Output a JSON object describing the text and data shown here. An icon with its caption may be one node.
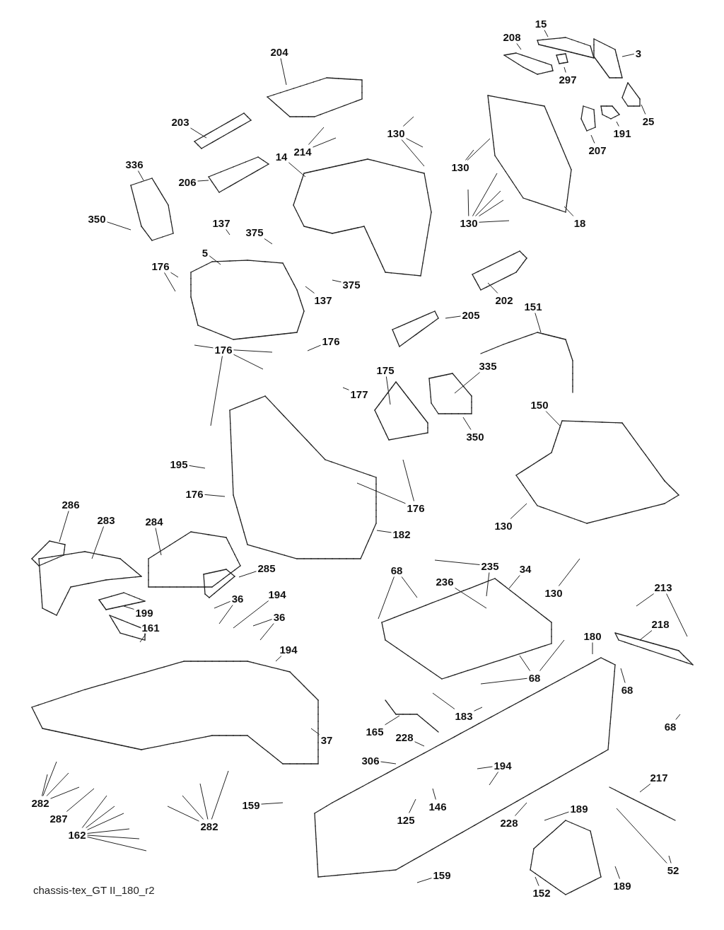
{
  "diagram": {
    "caption": "chassis-tex_GT II_180_r2",
    "nodes": [
      {
        "text": [
          "15"
        ]
      },
      {
        "text": [
          "208"
        ]
      },
      {
        "text": [
          "3"
        ]
      },
      {
        "text": [
          "297"
        ]
      },
      {
        "text": [
          "204"
        ]
      },
      {
        "text": [
          "203"
        ]
      },
      {
        "text": [
          "214"
        ]
      },
      {
        "text": [
          "130"
        ]
      },
      {
        "text": [
          "130"
        ]
      },
      {
        "text": [
          "25"
        ]
      },
      {
        "text": [
          "191"
        ]
      },
      {
        "text": [
          "207"
        ]
      },
      {
        "text": [
          "336"
        ]
      },
      {
        "text": [
          "206"
        ]
      },
      {
        "text": [
          "14"
        ]
      },
      {
        "text": [
          "130"
        ]
      },
      {
        "text": [
          "18"
        ]
      },
      {
        "text": [
          "350"
        ]
      },
      {
        "text": [
          "137"
        ]
      },
      {
        "text": [
          "375"
        ]
      },
      {
        "text": [
          "5"
        ]
      },
      {
        "text": [
          "176"
        ]
      },
      {
        "text": [
          "137"
        ]
      },
      {
        "text": [
          "375"
        ]
      },
      {
        "text": [
          "202"
        ]
      },
      {
        "text": [
          "205"
        ]
      },
      {
        "text": [
          "151"
        ]
      },
      {
        "text": [
          "176"
        ]
      },
      {
        "text": [
          "176"
        ]
      },
      {
        "text": [
          "177"
        ]
      },
      {
        "text": [
          "175"
        ]
      },
      {
        "text": [
          "335"
        ]
      },
      {
        "text": [
          "350"
        ]
      },
      {
        "text": [
          "150"
        ]
      },
      {
        "text": [
          "195"
        ]
      },
      {
        "text": [
          "176"
        ]
      },
      {
        "text": [
          "176"
        ]
      },
      {
        "text": [
          "182"
        ]
      },
      {
        "text": [
          "130"
        ]
      },
      {
        "text": [
          "286"
        ]
      },
      {
        "text": [
          "283"
        ]
      },
      {
        "text": [
          "284"
        ]
      },
      {
        "text": [
          "130"
        ]
      },
      {
        "text": [
          "285"
        ]
      },
      {
        "text": [
          "68"
        ]
      },
      {
        "text": [
          "235"
        ]
      },
      {
        "text": [
          "34"
        ]
      },
      {
        "text": [
          "236"
        ]
      },
      {
        "text": [
          "213"
        ]
      },
      {
        "text": [
          "36"
        ]
      },
      {
        "text": [
          "194"
        ]
      },
      {
        "text": [
          "36"
        ]
      },
      {
        "text": [
          "199"
        ]
      },
      {
        "text": [
          "218"
        ]
      },
      {
        "text": [
          "180"
        ]
      },
      {
        "text": [
          "161"
        ]
      },
      {
        "text": [
          "194"
        ]
      },
      {
        "text": [
          "68"
        ]
      },
      {
        "text": [
          "68"
        ]
      },
      {
        "text": [
          "183"
        ]
      },
      {
        "text": [
          "37"
        ]
      },
      {
        "text": [
          "165"
        ]
      },
      {
        "text": [
          "68"
        ]
      },
      {
        "text": [
          "228"
        ]
      },
      {
        "text": [
          "306"
        ]
      },
      {
        "text": [
          "194"
        ]
      },
      {
        "text": [
          "146"
        ]
      },
      {
        "text": [
          "217"
        ]
      },
      {
        "text": [
          "282"
        ]
      },
      {
        "text": [
          "287"
        ]
      },
      {
        "text": [
          "159"
        ]
      },
      {
        "text": [
          "125"
        ]
      },
      {
        "text": [
          "228"
        ]
      },
      {
        "text": [
          "189"
        ]
      },
      {
        "text": [
          "162"
        ]
      },
      {
        "text": [
          "282"
        ]
      },
      {
        "text": [
          "52"
        ]
      },
      {
        "text": [
          "159"
        ]
      },
      {
        "text": [
          "189"
        ]
      },
      {
        "text": [
          "152"
        ]
      }
    ],
    "edges": [
      {
        "from": 0,
        "to": null,
        "arrow": "none"
      },
      {
        "from": 1,
        "to": null,
        "arrow": "none"
      },
      {
        "from": 2,
        "to": null,
        "arrow": "none"
      },
      {
        "from": 3,
        "to": null,
        "arrow": "none"
      },
      {
        "from": 4,
        "to": null,
        "arrow": "none"
      },
      {
        "from": 5,
        "to": null,
        "arrow": "none"
      },
      {
        "from": 6,
        "to": null,
        "arrow": "none"
      },
      {
        "from": 6,
        "to": null,
        "arrow": "none"
      },
      {
        "from": 7,
        "to": null,
        "arrow": "none"
      },
      {
        "from": 7,
        "to": null,
        "arrow": "none"
      },
      {
        "from": 7,
        "to": null,
        "arrow": "none"
      },
      {
        "from": 8,
        "to": null,
        "arrow": "none"
      },
      {
        "from": 8,
        "to": null,
        "arrow": "none"
      },
      {
        "from": 9,
        "to": null,
        "arrow": "none"
      },
      {
        "from": 10,
        "to": null,
        "arrow": "none"
      },
      {
        "from": 11,
        "to": null,
        "arrow": "none"
      },
      {
        "from": 12,
        "to": null,
        "arrow": "none"
      },
      {
        "from": 13,
        "to": null,
        "arrow": "none"
      },
      {
        "from": 14,
        "to": null,
        "arrow": "none"
      },
      {
        "from": 15,
        "to": null,
        "arrow": "none"
      },
      {
        "from": 15,
        "to": null,
        "arrow": "none"
      },
      {
        "from": 15,
        "to": null,
        "arrow": "none"
      },
      {
        "from": 15,
        "to": null,
        "arrow": "none"
      },
      {
        "from": 15,
        "to": null,
        "arrow": "none"
      },
      {
        "from": 16,
        "to": null,
        "arrow": "none"
      },
      {
        "from": 17,
        "to": null,
        "arrow": "none"
      },
      {
        "from": 18,
        "to": null,
        "arrow": "none"
      },
      {
        "from": 19,
        "to": null,
        "arrow": "none"
      },
      {
        "from": 20,
        "to": null,
        "arrow": "none"
      },
      {
        "from": 21,
        "to": null,
        "arrow": "none"
      },
      {
        "from": 21,
        "to": null,
        "arrow": "none"
      },
      {
        "from": 22,
        "to": null,
        "arrow": "none"
      },
      {
        "from": 23,
        "to": null,
        "arrow": "none"
      },
      {
        "from": 24,
        "to": null,
        "arrow": "none"
      },
      {
        "from": 25,
        "to": null,
        "arrow": "none"
      },
      {
        "from": 26,
        "to": null,
        "arrow": "none"
      },
      {
        "from": 27,
        "to": null,
        "arrow": "none"
      },
      {
        "from": 27,
        "to": null,
        "arrow": "none"
      },
      {
        "from": 27,
        "to": null,
        "arrow": "none"
      },
      {
        "from": 27,
        "to": null,
        "arrow": "none"
      },
      {
        "from": 28,
        "to": null,
        "arrow": "none"
      },
      {
        "from": 29,
        "to": null,
        "arrow": "none"
      },
      {
        "from": 30,
        "to": null,
        "arrow": "none"
      },
      {
        "from": 31,
        "to": null,
        "arrow": "none"
      },
      {
        "from": 32,
        "to": null,
        "arrow": "none"
      },
      {
        "from": 33,
        "to": null,
        "arrow": "none"
      },
      {
        "from": 34,
        "to": null,
        "arrow": "none"
      },
      {
        "from": 35,
        "to": null,
        "arrow": "none"
      },
      {
        "from": 36,
        "to": null,
        "arrow": "none"
      },
      {
        "from": 36,
        "to": null,
        "arrow": "none"
      },
      {
        "from": 37,
        "to": null,
        "arrow": "none"
      },
      {
        "from": 38,
        "to": null,
        "arrow": "none"
      },
      {
        "from": 39,
        "to": null,
        "arrow": "none"
      },
      {
        "from": 40,
        "to": null,
        "arrow": "none"
      },
      {
        "from": 41,
        "to": null,
        "arrow": "none"
      },
      {
        "from": 42,
        "to": null,
        "arrow": "none"
      },
      {
        "from": 43,
        "to": null,
        "arrow": "none"
      },
      {
        "from": 44,
        "to": null,
        "arrow": "none"
      },
      {
        "from": 44,
        "to": null,
        "arrow": "none"
      },
      {
        "from": 45,
        "to": null,
        "arrow": "none"
      },
      {
        "from": 45,
        "to": null,
        "arrow": "none"
      },
      {
        "from": 46,
        "to": null,
        "arrow": "none"
      },
      {
        "from": 47,
        "to": null,
        "arrow": "none"
      },
      {
        "from": 48,
        "to": null,
        "arrow": "none"
      },
      {
        "from": 48,
        "to": null,
        "arrow": "none"
      },
      {
        "from": 49,
        "to": null,
        "arrow": "none"
      },
      {
        "from": 49,
        "to": null,
        "arrow": "none"
      },
      {
        "from": 50,
        "to": null,
        "arrow": "none"
      },
      {
        "from": 51,
        "to": null,
        "arrow": "none"
      },
      {
        "from": 51,
        "to": null,
        "arrow": "none"
      },
      {
        "from": 52,
        "to": null,
        "arrow": "none"
      },
      {
        "from": 53,
        "to": null,
        "arrow": "none"
      },
      {
        "from": 54,
        "to": null,
        "arrow": "none"
      },
      {
        "from": 55,
        "to": null,
        "arrow": "none"
      },
      {
        "from": 56,
        "to": null,
        "arrow": "none"
      },
      {
        "from": 57,
        "to": null,
        "arrow": "none"
      },
      {
        "from": 57,
        "to": null,
        "arrow": "none"
      },
      {
        "from": 57,
        "to": null,
        "arrow": "none"
      },
      {
        "from": 58,
        "to": null,
        "arrow": "none"
      },
      {
        "from": 59,
        "to": null,
        "arrow": "none"
      },
      {
        "from": 59,
        "to": null,
        "arrow": "none"
      },
      {
        "from": 60,
        "to": null,
        "arrow": "none"
      },
      {
        "from": 61,
        "to": null,
        "arrow": "none"
      },
      {
        "from": 62,
        "to": null,
        "arrow": "none"
      },
      {
        "from": 63,
        "to": null,
        "arrow": "none"
      },
      {
        "from": 64,
        "to": null,
        "arrow": "none"
      },
      {
        "from": 65,
        "to": null,
        "arrow": "none"
      },
      {
        "from": 65,
        "to": null,
        "arrow": "none"
      },
      {
        "from": 66,
        "to": null,
        "arrow": "none"
      },
      {
        "from": 67,
        "to": null,
        "arrow": "none"
      },
      {
        "from": 68,
        "to": null,
        "arrow": "none"
      },
      {
        "from": 68,
        "to": null,
        "arrow": "none"
      },
      {
        "from": 68,
        "to": null,
        "arrow": "none"
      },
      {
        "from": 68,
        "to": null,
        "arrow": "none"
      },
      {
        "from": 69,
        "to": null,
        "arrow": "none"
      },
      {
        "from": 70,
        "to": null,
        "arrow": "none"
      },
      {
        "from": 71,
        "to": null,
        "arrow": "none"
      },
      {
        "from": 72,
        "to": null,
        "arrow": "none"
      },
      {
        "from": 73,
        "to": null,
        "arrow": "none"
      },
      {
        "from": 74,
        "to": null,
        "arrow": "none"
      },
      {
        "from": 74,
        "to": null,
        "arrow": "none"
      },
      {
        "from": 74,
        "to": null,
        "arrow": "none"
      },
      {
        "from": 74,
        "to": null,
        "arrow": "none"
      },
      {
        "from": 74,
        "to": null,
        "arrow": "none"
      },
      {
        "from": 74,
        "to": null,
        "arrow": "none"
      },
      {
        "from": 75,
        "to": null,
        "arrow": "none"
      },
      {
        "from": 75,
        "to": null,
        "arrow": "none"
      },
      {
        "from": 75,
        "to": null,
        "arrow": "none"
      },
      {
        "from": 75,
        "to": null,
        "arrow": "none"
      },
      {
        "from": 76,
        "to": null,
        "arrow": "none"
      },
      {
        "from": 76,
        "to": null,
        "arrow": "none"
      },
      {
        "from": 77,
        "to": null,
        "arrow": "none"
      },
      {
        "from": 78,
        "to": null,
        "arrow": "none"
      },
      {
        "from": 79,
        "to": null,
        "arrow": "none"
      }
    ]
  }
}
